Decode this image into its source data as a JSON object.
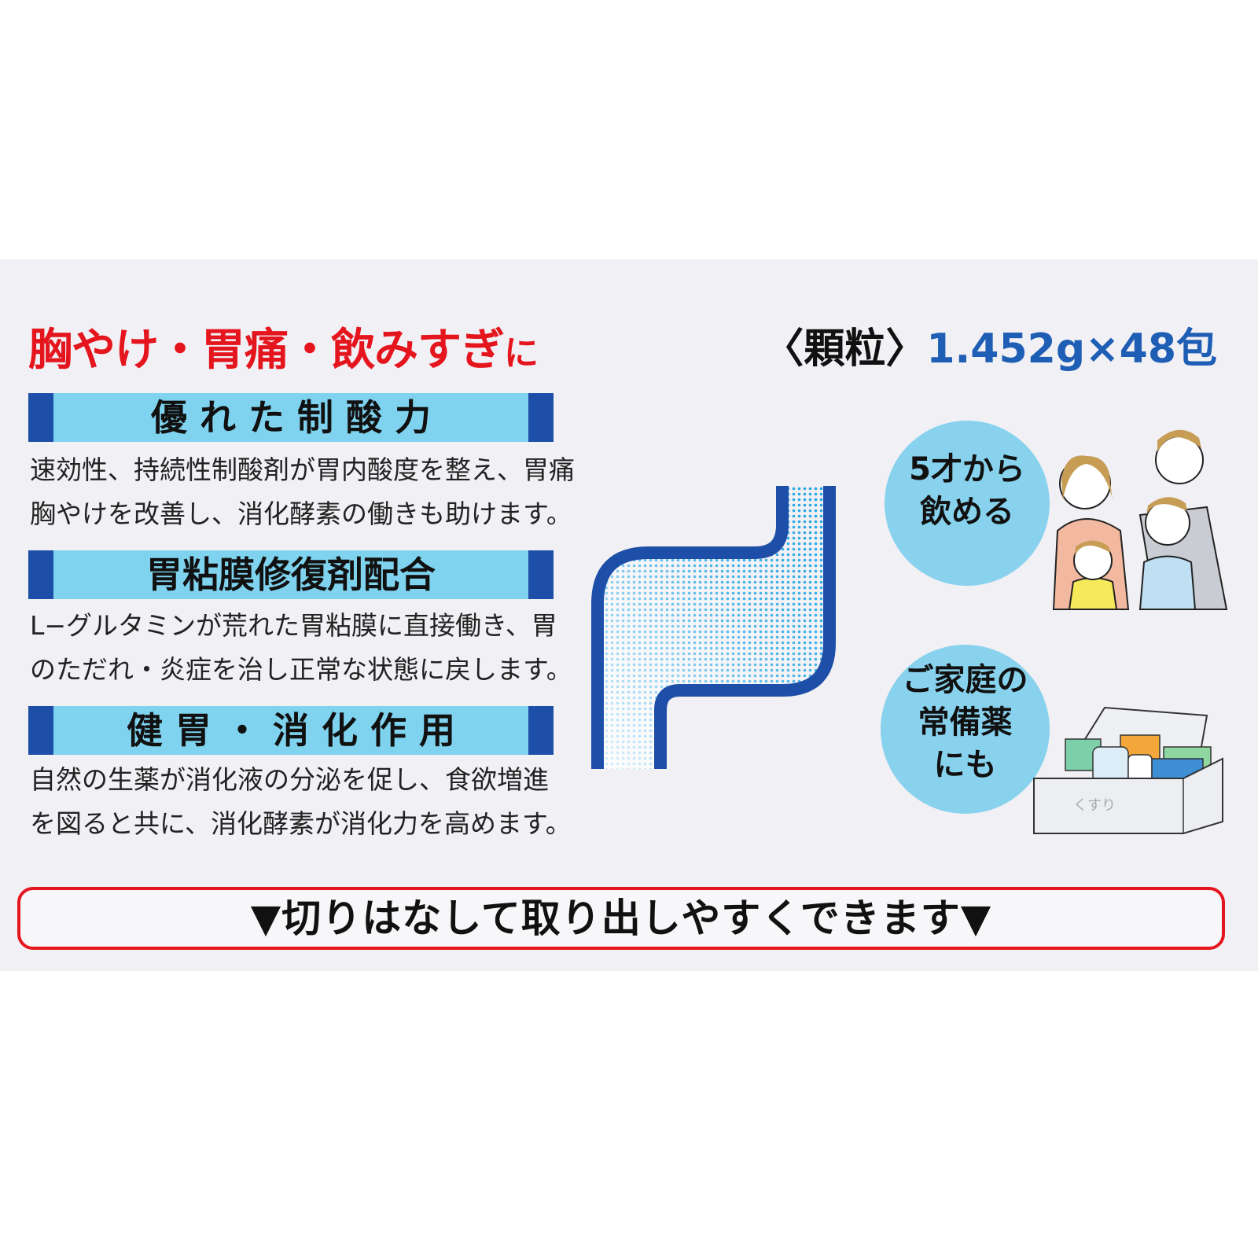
{
  "panel": {
    "headline": {
      "main": "胸やけ・胃痛・飲みすぎ",
      "suffix": "に"
    },
    "spec": {
      "form": "〈顆粒〉",
      "quantity": "1.452g×48包"
    },
    "features": [
      {
        "title": "優 れ た 制 酸 力",
        "description": [
          "速効性、持続性制酸剤が胃内酸度を整え、胃痛",
          "胸やけを改善し、消化酵素の働きも助けます。"
        ]
      },
      {
        "title": "胃粘膜修復剤配合",
        "description": [
          "L−グルタミンが荒れた胃粘膜に直接働き、胃",
          "のただれ・炎症を治し正常な状態に戻します。"
        ]
      },
      {
        "title": "健 胃 ・ 消 化 作 用",
        "description": [
          "自然の生薬が消化液の分泌を促し、食欲増進",
          "を図ると共に、消化酵素が消化力を高めます。"
        ]
      }
    ],
    "badges": [
      {
        "lines": [
          "5才から",
          "飲める"
        ],
        "illustration": "family-illustration"
      },
      {
        "lines": [
          "ご家庭の",
          "常備薬",
          "にも"
        ],
        "illustration": "medicine-box-illustration",
        "box_label": "くすり"
      }
    ],
    "banner": {
      "text": "▼切りはなして取り出しやすくできます▼"
    },
    "colors": {
      "headline_red": "#e5151e",
      "accent_blue": "#1e4fa8",
      "bar_light_blue": "#7fd3ef",
      "bubble_blue": "#88d2ee",
      "quantity_blue": "#1e5eb5"
    }
  }
}
